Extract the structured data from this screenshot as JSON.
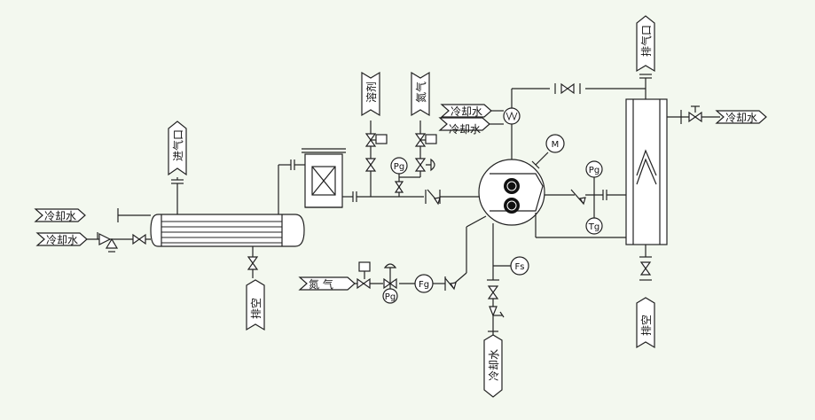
{
  "colors": {
    "background": "#f3f8ef",
    "line": "#222222"
  },
  "labels": {
    "left_cooling_water_out": "冷却水",
    "left_cooling_water_in": "冷却水",
    "left_inlet_vent": "进气口",
    "left_drain": "排空",
    "solvent": "溶剂",
    "nitrogen_top": "氮气",
    "nitrogen_bottom": "氮  气",
    "condenser_cooling_water_in": "冷却水",
    "condenser_cooling_water_out": "冷却水",
    "right_cooling_water": "冷却水",
    "right_vent": "排气口",
    "right_drain": "排空",
    "bottom_cooling_water": "冷却水"
  },
  "instruments": {
    "motor": "M",
    "pressure_solvent_line": "Pg",
    "pressure_nitrogen_line": "Pg",
    "flow_gas": "Fg",
    "flow_solid": "Fs",
    "pressure_outlet": "Pg",
    "temperature_outlet": "Tg"
  }
}
